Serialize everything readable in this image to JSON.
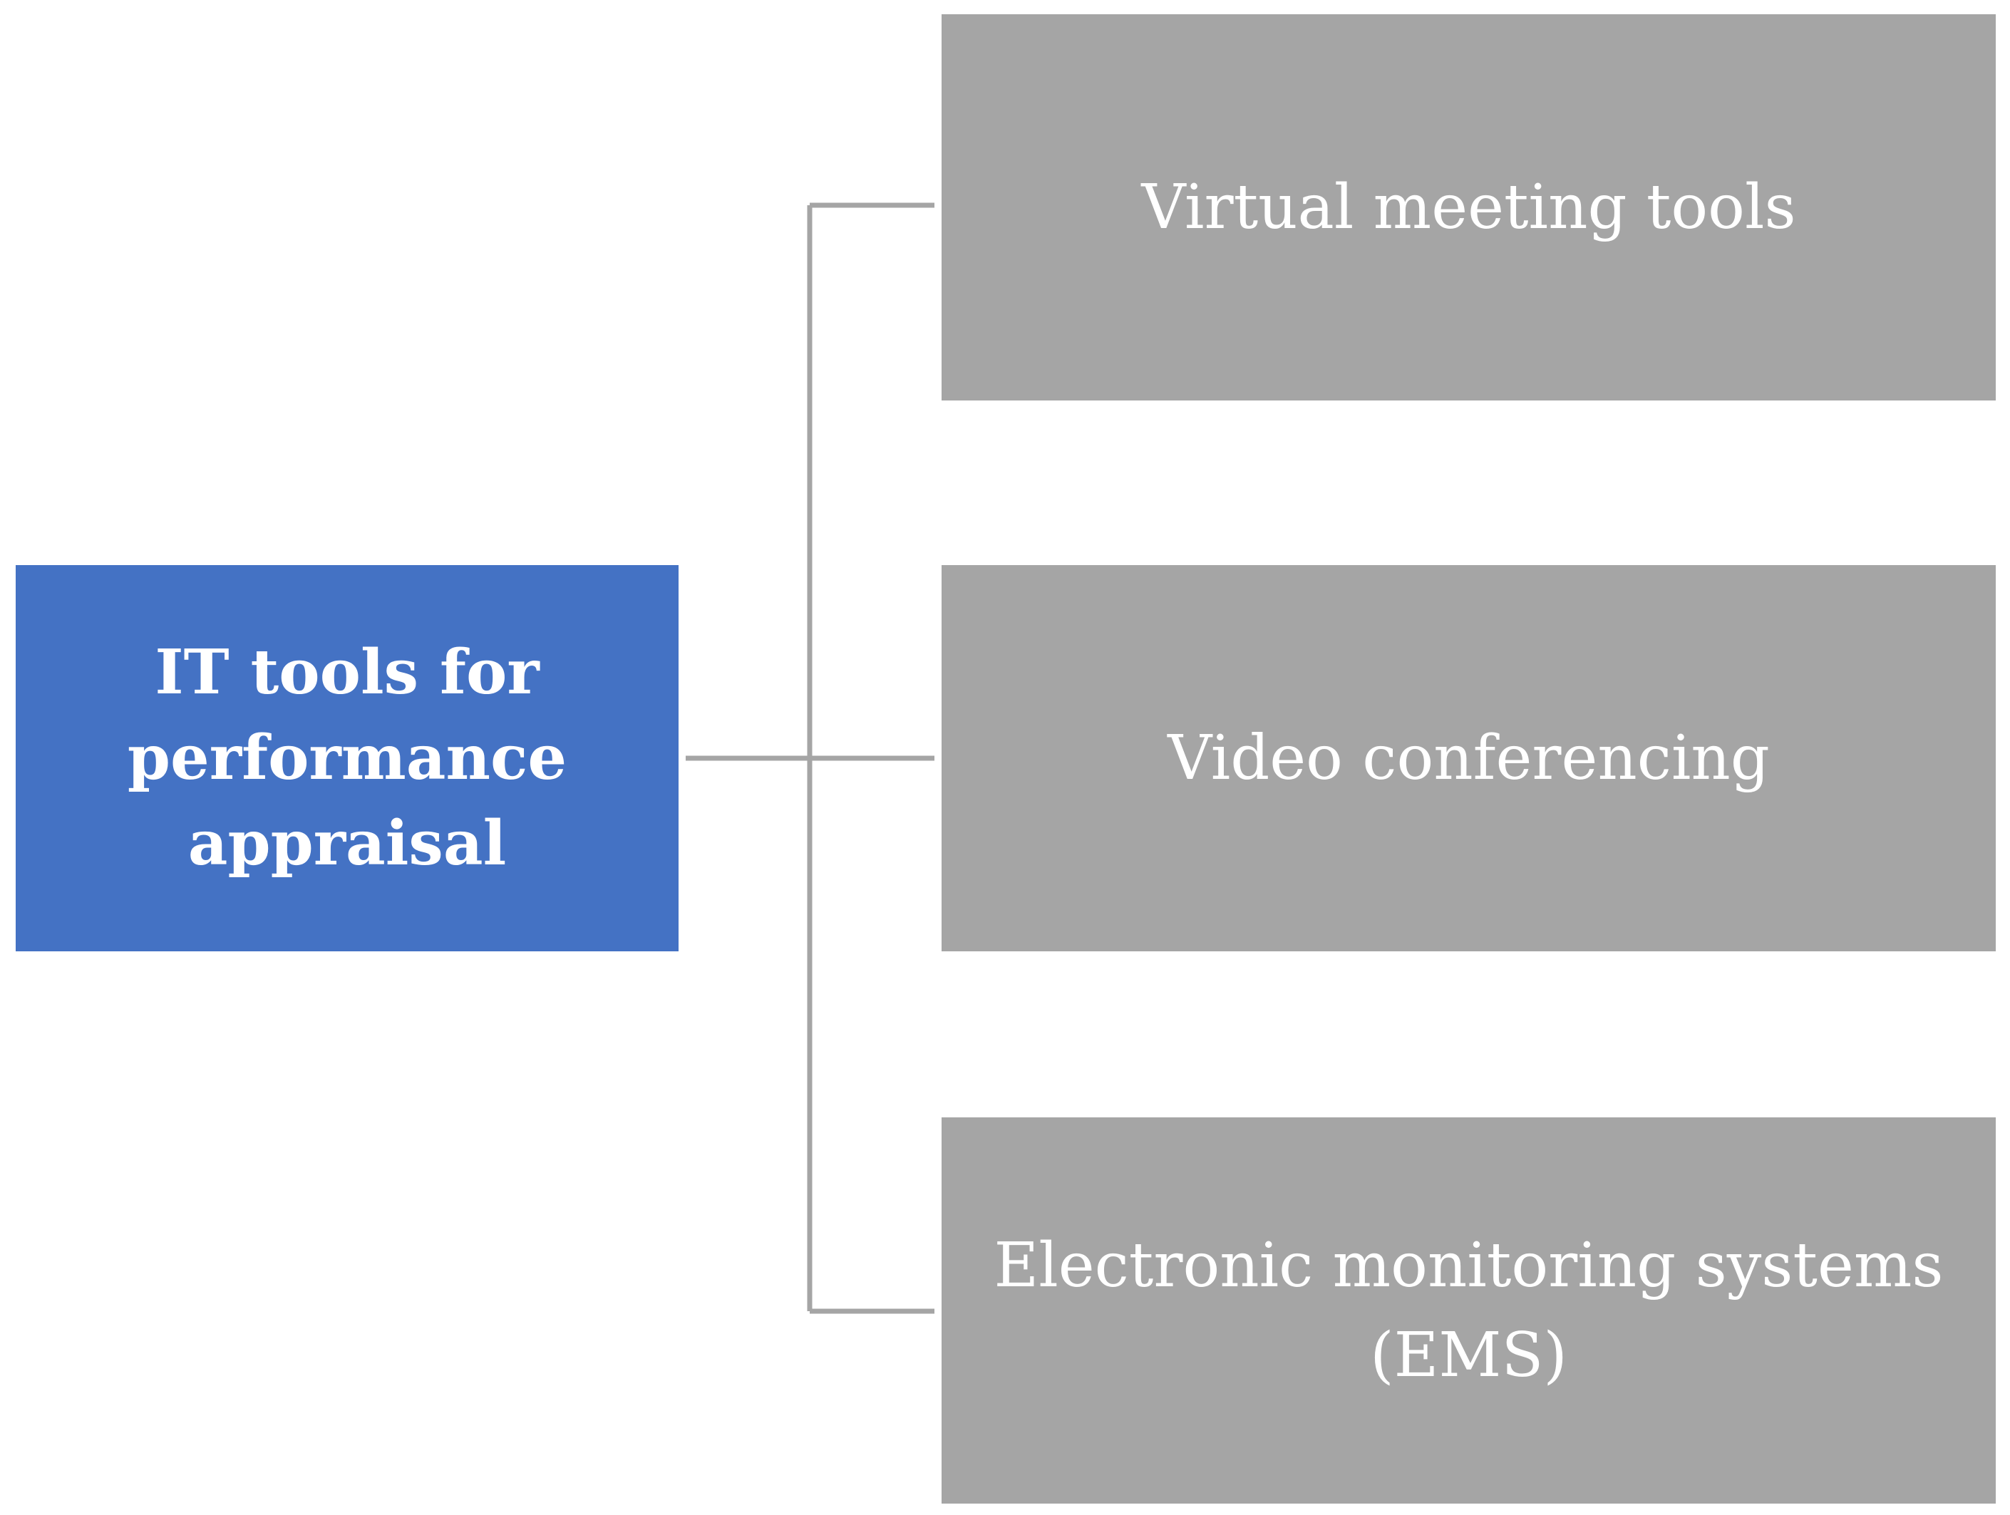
{
  "diagram": {
    "root": {
      "label": "IT tools for performance appraisal",
      "color": "#4472c4"
    },
    "children": [
      {
        "label": "Virtual meeting tools"
      },
      {
        "label": "Video conferencing"
      },
      {
        "label": "Electronic monitoring systems (EMS)"
      }
    ],
    "child_color": "#a5a5a5",
    "connector_color": "#a5a5a5"
  }
}
